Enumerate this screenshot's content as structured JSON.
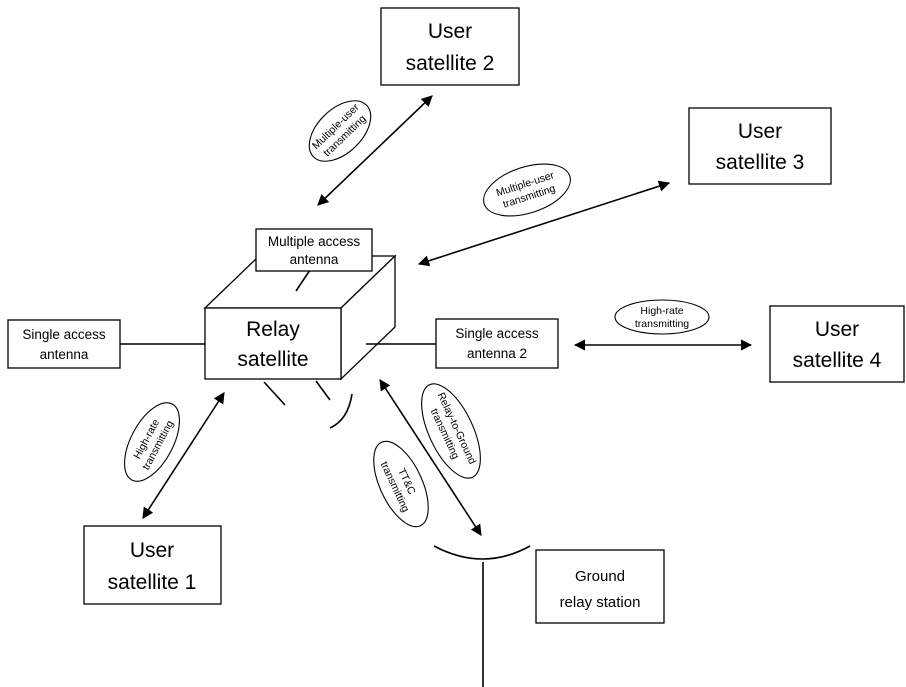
{
  "relay_satellite": {
    "line1": "Relay",
    "line2": "satellite"
  },
  "user_satellite_1": {
    "line1": "User",
    "line2": "satellite 1"
  },
  "user_satellite_2": {
    "line1": "User",
    "line2": "satellite 2"
  },
  "user_satellite_3": {
    "line1": "User",
    "line2": "satellite 3"
  },
  "user_satellite_4": {
    "line1": "User",
    "line2": "satellite 4"
  },
  "ground_station": {
    "line1": "Ground",
    "line2": "relay station"
  },
  "multiple_access_antenna": {
    "line1": "Multiple access",
    "line2": "antenna"
  },
  "single_access_antenna": {
    "line1": "Single access",
    "line2": "antenna"
  },
  "single_access_antenna_2": {
    "line1": "Single access",
    "line2": "antenna 2"
  },
  "links": {
    "multi_user_2": {
      "line1": "Multiple-user",
      "line2": "transmitting"
    },
    "multi_user_3": {
      "line1": "Multiple-user",
      "line2": "transmitting"
    },
    "high_rate_4": {
      "line1": "High-rate",
      "line2": "transmitting"
    },
    "high_rate_1": {
      "line1": "High-rate",
      "line2": "transmitting"
    },
    "relay_to_ground": {
      "line1": "Relay-to-Ground",
      "line2": "transmitting"
    },
    "ttc": {
      "line1": "TT&C",
      "line2": "transmitting"
    }
  }
}
